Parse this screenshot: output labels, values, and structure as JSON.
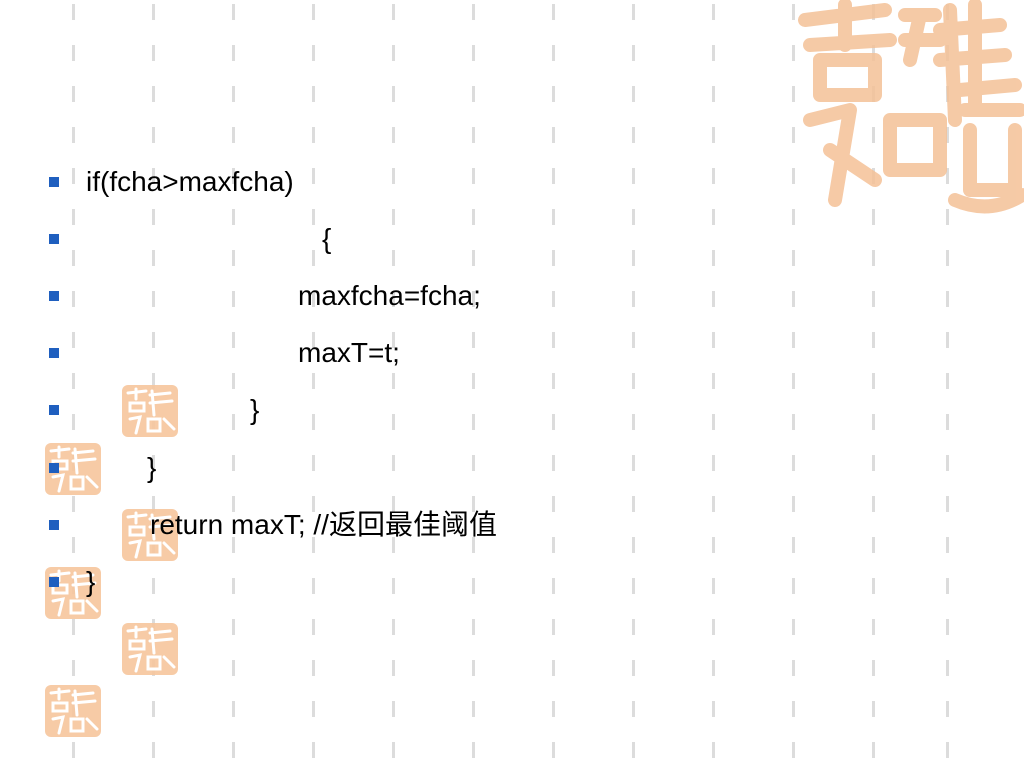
{
  "slide": {
    "accent_color": "#1f5fbf",
    "seal_color": "#f2b27a",
    "seal_icon": "ji-xiang-ru-yi-seal-icon",
    "lines": [
      {
        "indent": 86,
        "text": "if(fcha>maxfcha)"
      },
      {
        "indent": 322,
        "text": "{"
      },
      {
        "indent": 298,
        "text": "maxfcha=fcha;"
      },
      {
        "indent": 298,
        "text": "maxT=t;"
      },
      {
        "indent": 250,
        "text": "}"
      },
      {
        "indent": 147,
        "text": "}"
      },
      {
        "indent": 150,
        "text": "return maxT; //返回最佳阈值"
      },
      {
        "indent": 86,
        "text": "}"
      }
    ]
  }
}
